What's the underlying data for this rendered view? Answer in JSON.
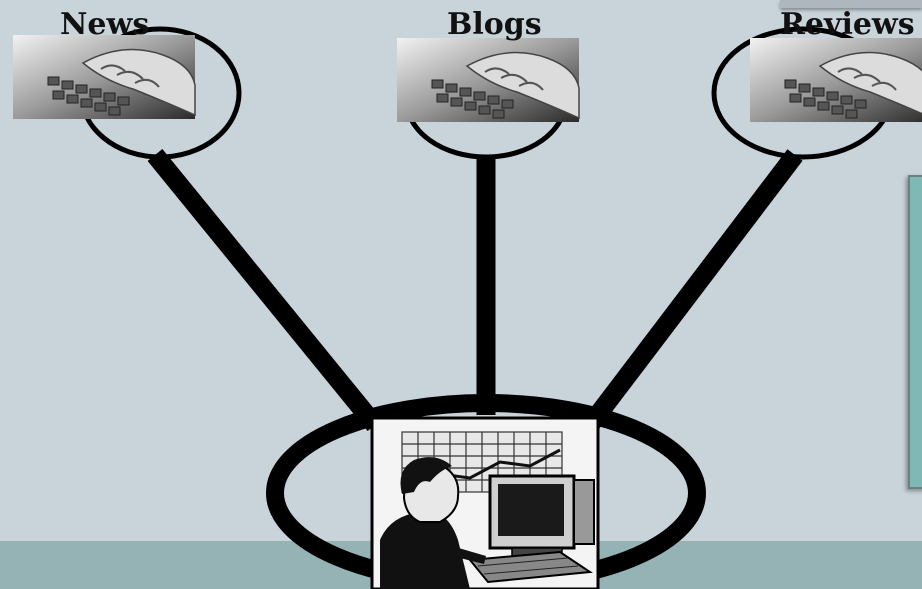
{
  "nodes": [
    {
      "label": "News",
      "icon": "keyboard-typing-icon"
    },
    {
      "label": "Blogs",
      "icon": "keyboard-typing-icon"
    },
    {
      "label": "Reviews",
      "icon": "keyboard-typing-icon"
    }
  ],
  "hub": {
    "icon": "person-at-computer-icon"
  },
  "colors": {
    "background": "#c8d3da",
    "bottom_band": "#95b3b4",
    "side_panel": "#7fb9b6",
    "lines": "#000000"
  }
}
